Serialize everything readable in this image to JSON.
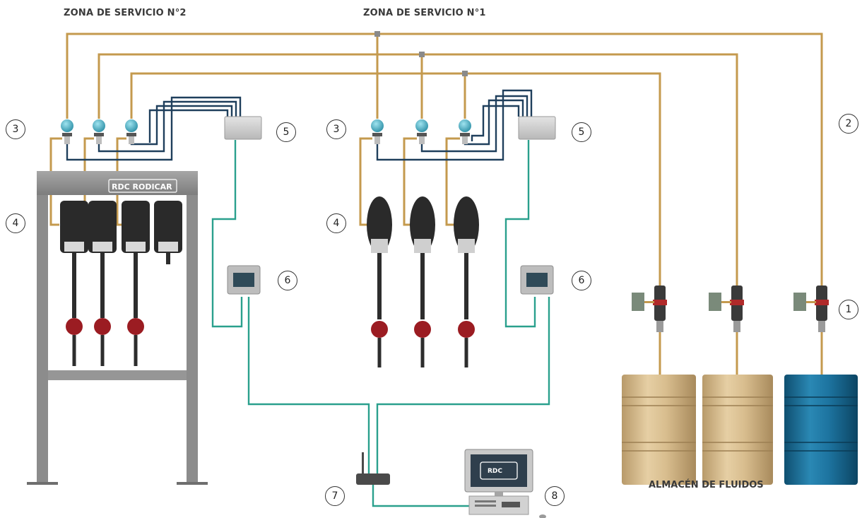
{
  "zones": {
    "zone2_title": "ZONA DE SERVICIO N°2",
    "zone1_title": "ZONA DE SERVICIO N°1",
    "storage_title": "ALMACÉN DE FLUIDOS"
  },
  "brand": {
    "logo_mark": "RDC",
    "logo_name": "RODICAR"
  },
  "markers": {
    "m1": "1",
    "m2": "2",
    "m3a": "3",
    "m3b": "3",
    "m4a": "4",
    "m4b": "4",
    "m5a": "5",
    "m5b": "5",
    "m6a": "6",
    "m6b": "6",
    "m7": "7",
    "m8": "8"
  },
  "colors": {
    "oil_line": "#c49a4e",
    "data_line": "#1f3f5c",
    "network_line": "#2aa08d",
    "barrel_tan": "#d3b88a",
    "barrel_blue": "#1b6f98",
    "frame_grey": "#8c8c8c"
  }
}
